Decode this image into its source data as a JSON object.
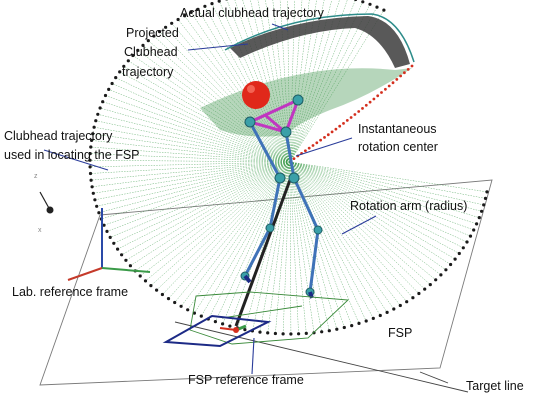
{
  "labels": {
    "actual_trajectory": "Actual clubhead trajectory",
    "projected_l1": "Projected",
    "projected_l2": "Clubhead",
    "projected_l3": "trajectory",
    "fsp_traj_l1": "Clubhead trajectory",
    "fsp_traj_l2": "used in locating the FSP",
    "rotation_center_l1": "Instantaneous",
    "rotation_center_l2": "rotation center",
    "rotation_arm": "Rotation arm (radius)",
    "lab_frame": "Lab. reference frame",
    "fsp": "FSP",
    "fsp_frame": "FSP reference frame",
    "target_line": "Target line"
  },
  "colors": {
    "arrow": "#2a3c9a",
    "radial_green": "#3a9a48",
    "projected_red": "#d42f1e",
    "head_red": "#e02a1a",
    "skeleton_blue": "#3f73b8",
    "skeleton_magenta": "#c037c0",
    "frame_navy": "#1c2a86",
    "ground_green": "#3a8a3a"
  }
}
